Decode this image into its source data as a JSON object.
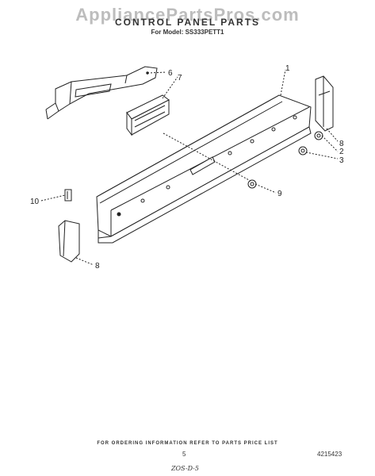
{
  "watermark": "AppliancePartsPros.com",
  "header": {
    "title": "CONTROL PANEL PARTS",
    "model": "For Model: SS333PETT1"
  },
  "callouts": [
    "1",
    "2",
    "3",
    "6",
    "7",
    "8",
    "8",
    "9",
    "10"
  ],
  "footer": {
    "note": "FOR ORDERING INFORMATION REFER TO PARTS PRICE LIST",
    "page_number": "5",
    "ref_code": "4215423",
    "handwritten": "ZOS-D-5"
  }
}
